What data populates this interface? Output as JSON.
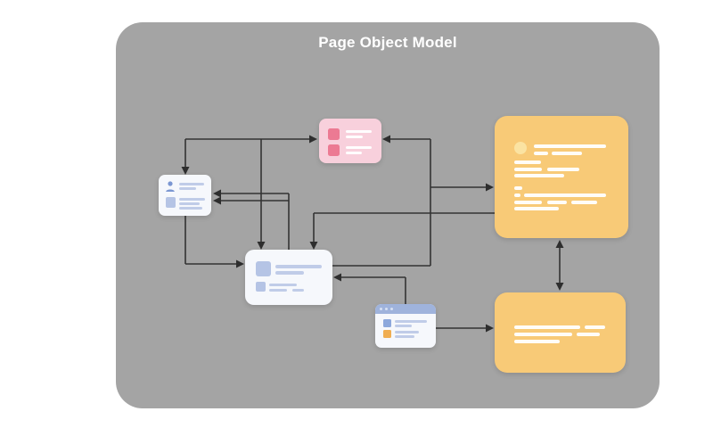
{
  "title": "Page Object Model",
  "palette": {
    "canvas_bg": "#ffffff",
    "board_bg": "#a4a4a4",
    "connector": "#333333",
    "arrowhead": "#2e2e2e",
    "pink_card_bg": "#f8d0dc",
    "pink_accent": "#ec7a93",
    "light_card_bg": "#f6f8fc",
    "blue_accent": "#b5c4e5",
    "blue_strong": "#8da8dc",
    "browser_header": "#9fb3dc",
    "header_dots": "#d7e1f3",
    "orange_accent": "#f0ae52",
    "yellow_card_bg": "#f8ca77",
    "yellow_circle": "#fbe3a2",
    "skeleton_line_light": "#c0cce8",
    "skeleton_line_white": "rgba(255,255,255,0.95)"
  },
  "nodes": [
    {
      "id": "pink-card",
      "kind": "list-card",
      "accent": "pink"
    },
    {
      "id": "user-card",
      "kind": "profile-card",
      "icon": "user-icon",
      "accent": "blue"
    },
    {
      "id": "component-card",
      "kind": "content-card",
      "accent": "blue"
    },
    {
      "id": "browser-window",
      "kind": "browser-window",
      "icon": "window-controls",
      "accents": [
        "blue",
        "orange"
      ]
    },
    {
      "id": "detail-panel-top",
      "kind": "text-panel",
      "icon": "circle-badge",
      "accent": "yellow"
    },
    {
      "id": "detail-panel-bottom",
      "kind": "text-panel",
      "accent": "yellow"
    }
  ],
  "connectors": {
    "stroke_width": 1.6,
    "segments": [
      [
        208,
        156,
        347,
        156
      ],
      [
        208,
        156,
        208,
        188
      ],
      [
        293,
        156,
        293,
        272
      ],
      [
        247,
        217,
        324,
        217
      ],
      [
        247,
        225,
        324,
        225
      ],
      [
        324,
        217,
        324,
        280
      ],
      [
        208,
        242,
        208,
        296
      ],
      [
        208,
        296,
        266,
        296
      ],
      [
        352,
        239,
        555,
        239
      ],
      [
        352,
        239,
        352,
        272
      ],
      [
        373,
        298,
        483,
        298
      ],
      [
        483,
        156,
        483,
        298
      ],
      [
        438,
        156,
        483,
        156
      ],
      [
        483,
        210,
        545,
        210
      ],
      [
        383,
        311,
        455,
        311
      ],
      [
        455,
        311,
        455,
        341
      ],
      [
        489,
        368,
        546,
        368
      ],
      [
        628,
        277,
        628,
        318
      ]
    ],
    "arrowheads": [
      [
        356,
        156,
        "right"
      ],
      [
        208,
        196,
        "down"
      ],
      [
        293,
        280,
        "down"
      ],
      [
        239,
        217,
        "left"
      ],
      [
        239,
        225,
        "left"
      ],
      [
        274,
        296,
        "right"
      ],
      [
        352,
        280,
        "down"
      ],
      [
        429,
        156,
        "left"
      ],
      [
        554,
        210,
        "right"
      ],
      [
        374,
        311,
        "left"
      ],
      [
        554,
        368,
        "right"
      ],
      [
        628,
        269,
        "up"
      ],
      [
        628,
        326,
        "down"
      ]
    ]
  }
}
